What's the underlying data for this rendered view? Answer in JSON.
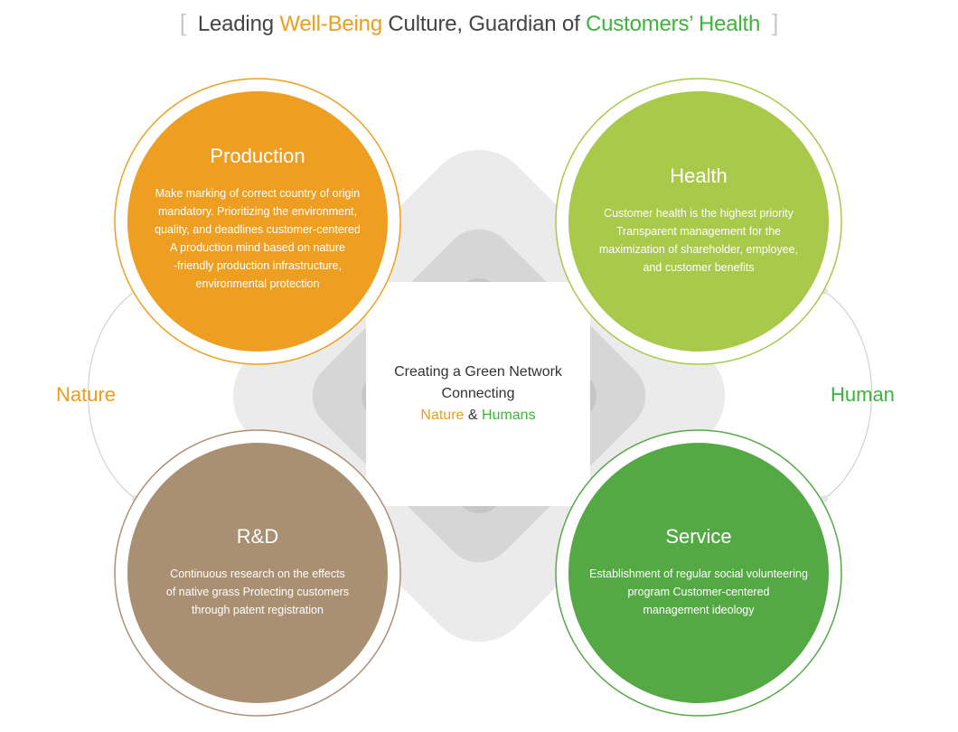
{
  "title": {
    "bracket_open": "[",
    "part1": "Leading ",
    "highlight1": "Well-Being",
    "part2": " Culture, Guardian of ",
    "highlight2": "Customers’ Health",
    "bracket_close": "]"
  },
  "center": {
    "line1": "Creating a Green Network",
    "line2": "Connecting",
    "nature": "Nature",
    "amp": " & ",
    "humans": "Humans"
  },
  "sides": {
    "left": "Nature",
    "right": "Human"
  },
  "nodes": {
    "production": {
      "title": "Production",
      "lines": [
        "Make marking of correct country of origin",
        "mandatory. Prioritizing the environment,",
        "quality, and deadlines customer-centered",
        "A production mind based on nature",
        "-friendly production infrastructure,",
        "environmental protection"
      ],
      "color": "#ee9f21"
    },
    "health": {
      "title": "Health",
      "lines": [
        "Customer health is the highest priority",
        "Transparent management for the",
        "maximization of shareholder, employee,",
        "and customer benefits"
      ],
      "color": "#a8c94a"
    },
    "rd": {
      "title": "R&D",
      "lines": [
        "Continuous research on the effects",
        "of native grass Protecting customers",
        "through patent registration"
      ],
      "color": "#a99073"
    },
    "service": {
      "title": "Service",
      "lines": [
        "Establishment of regular social volunteering",
        "program Customer-centered",
        "management ideology"
      ],
      "color": "#55a945"
    }
  },
  "colors": {
    "orange": "#ee9d1c",
    "green": "#3db43a",
    "gray_large": "#ebebeb",
    "gray_mid": "#d6d6d6",
    "gray_small": "#c6c6c6"
  }
}
